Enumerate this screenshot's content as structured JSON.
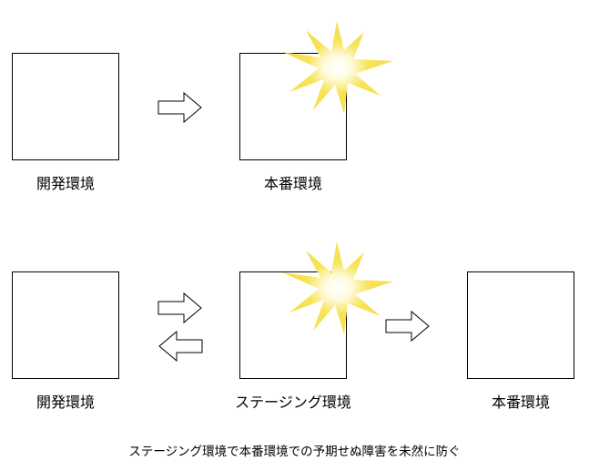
{
  "row1": {
    "left_label": "開発環境",
    "right_label": "本番環境"
  },
  "row2": {
    "left_label": "開発環境",
    "middle_label": "ステージング環境",
    "right_label": "本番環境"
  },
  "caption": "ステージング環境で本番環境での予期せぬ障害を未然に防ぐ",
  "colors": {
    "outline": "#000000",
    "burst_outer": "#f3e04a",
    "burst_core": "#ffffff"
  }
}
